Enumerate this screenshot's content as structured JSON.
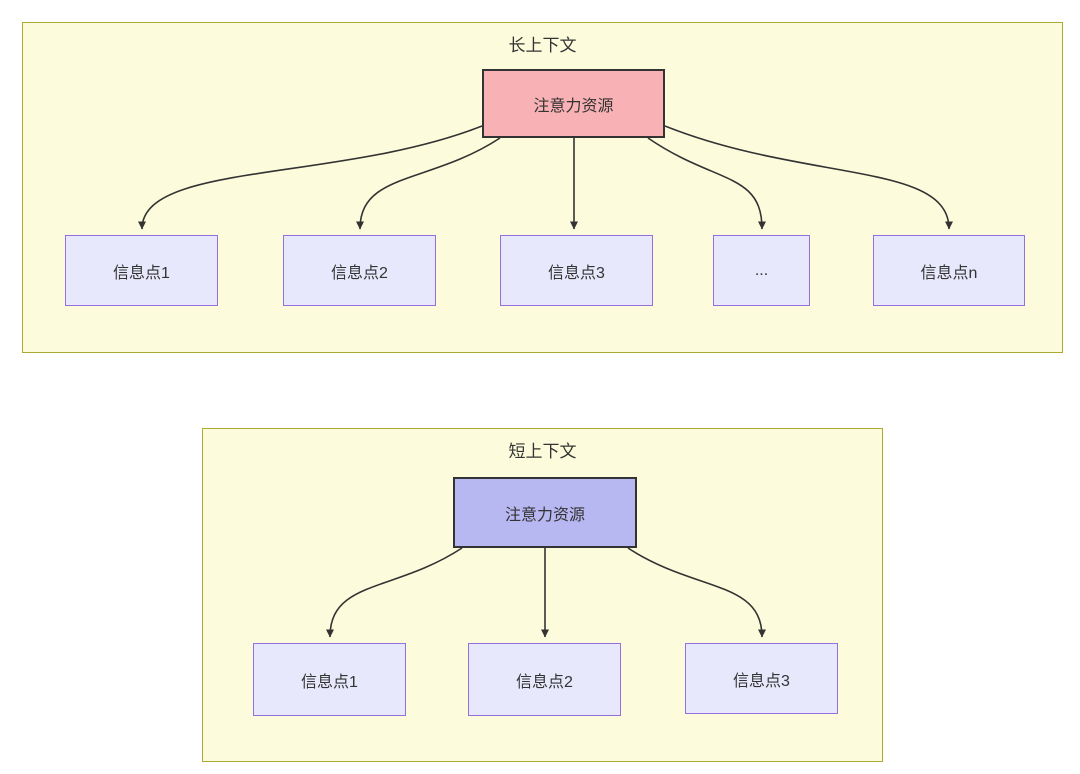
{
  "colors": {
    "container_fill": "#fcfcdc",
    "container_border": "#aaaa33",
    "long_source_fill": "#f8b1b4",
    "short_source_fill": "#b7b7f2",
    "source_border": "#333333",
    "info_fill": "#e8e8fc",
    "info_border": "#9370db",
    "arrow": "#333333",
    "text": "#333333"
  },
  "long_context": {
    "title": "长上下文",
    "source": {
      "label": "注意力资源"
    },
    "nodes": [
      {
        "label": "信息点1"
      },
      {
        "label": "信息点2"
      },
      {
        "label": "信息点3"
      },
      {
        "label": "..."
      },
      {
        "label": "信息点n"
      }
    ]
  },
  "short_context": {
    "title": "短上下文",
    "source": {
      "label": "注意力资源"
    },
    "nodes": [
      {
        "label": "信息点1"
      },
      {
        "label": "信息点2"
      },
      {
        "label": "信息点3"
      }
    ]
  }
}
